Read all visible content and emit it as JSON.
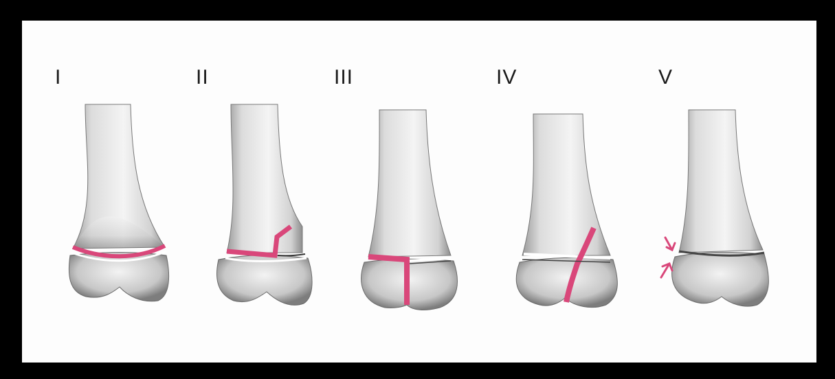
{
  "figure": {
    "panels": [
      {
        "label": "I",
        "fracture": "physis-only"
      },
      {
        "label": "II",
        "fracture": "physis-metaphysis"
      },
      {
        "label": "III",
        "fracture": "physis-epiphysis"
      },
      {
        "label": "IV",
        "fracture": "metaphysis-physis-epiphysis"
      },
      {
        "label": "V",
        "fracture": "compression"
      }
    ],
    "colors": {
      "background": "#000000",
      "paper": "#fdfdfd",
      "bone_light": "#e9e9e9",
      "bone_shadow": "#8a8a8a",
      "fracture": "#d9477a",
      "physis_gap": "#ffffff"
    }
  }
}
